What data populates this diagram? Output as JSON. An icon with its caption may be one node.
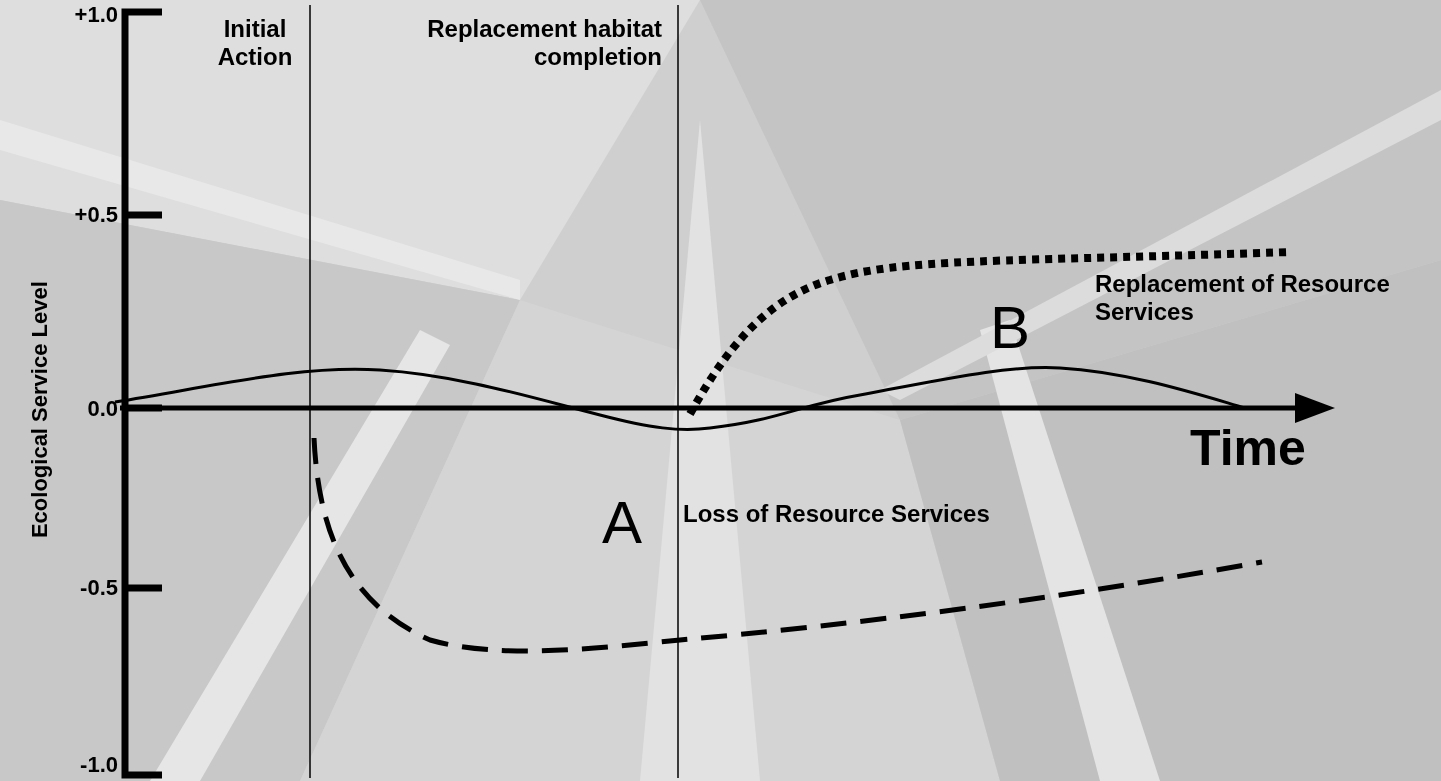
{
  "diagram": {
    "labels": [
      "+1.0",
      "Initial Action",
      "Replacement habitat completion",
      "Ecological Service Level",
      "+0.5",
      "B",
      "Replacement of Resource Services",
      "0.0",
      "Time",
      "A",
      "Loss of Resource Services",
      "-0.5",
      "-1.0"
    ]
  }
}
